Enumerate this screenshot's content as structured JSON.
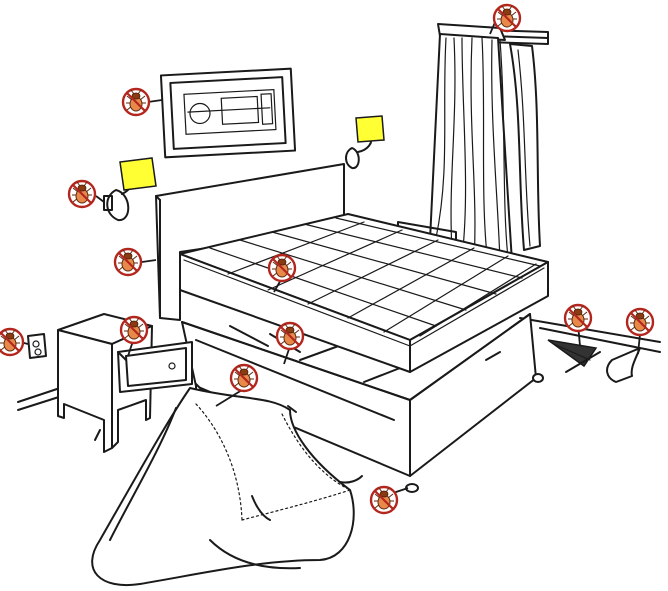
{
  "scene": "bedroom-bed-bug-hiding-spots",
  "colors": {
    "marker_ring": "#b3261e",
    "bug_body": "#e8894a",
    "bug_head": "#8a3b12",
    "lampshade": "#ffff33",
    "line": "#1a1a1a"
  },
  "icons": {
    "marker": "bed-bug-warning-icon"
  },
  "hotspots": [
    {
      "id": "curtain-rod"
    },
    {
      "id": "picture-frame"
    },
    {
      "id": "wall-lamp"
    },
    {
      "id": "headboard"
    },
    {
      "id": "mattress-seam"
    },
    {
      "id": "power-outlet"
    },
    {
      "id": "nightstand-drawer"
    },
    {
      "id": "box-spring-slats"
    },
    {
      "id": "box-spring-fabric"
    },
    {
      "id": "bed-frame-leg"
    },
    {
      "id": "carpet-edge"
    },
    {
      "id": "baseboard-wallpaper"
    }
  ]
}
